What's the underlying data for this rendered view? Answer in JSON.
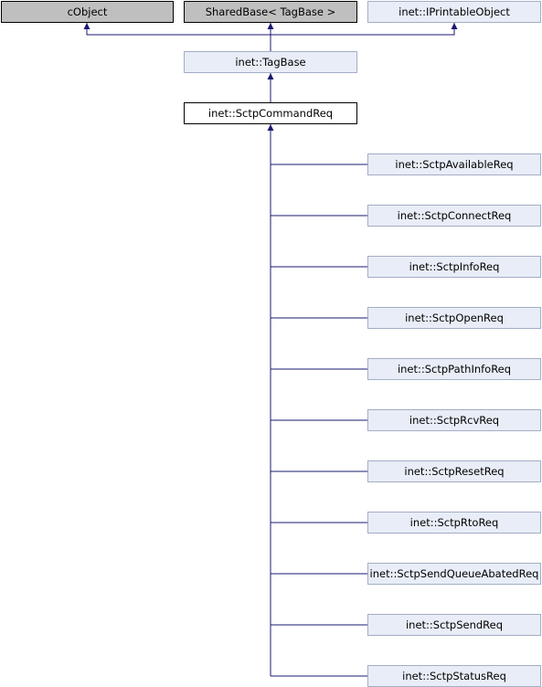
{
  "colors": {
    "edge": "#191970",
    "external_fill": "#bfbfbf",
    "linked_fill": "#e8edf7",
    "linked_border": "#a3adc5",
    "current_fill": "#ffffff"
  },
  "diagram": {
    "top_bases": [
      {
        "label": "cObject"
      },
      {
        "label": "SharedBase< TagBase >"
      },
      {
        "label": "inet::IPrintableObject"
      }
    ],
    "parent": {
      "label": "inet::TagBase"
    },
    "current": {
      "label": "inet::SctpCommandReq"
    },
    "children": [
      {
        "label": "inet::SctpAvailableReq"
      },
      {
        "label": "inet::SctpConnectReq"
      },
      {
        "label": "inet::SctpInfoReq"
      },
      {
        "label": "inet::SctpOpenReq"
      },
      {
        "label": "inet::SctpPathInfoReq"
      },
      {
        "label": "inet::SctpRcvReq"
      },
      {
        "label": "inet::SctpResetReq"
      },
      {
        "label": "inet::SctpRtoReq"
      },
      {
        "label": "inet::SctpSendQueueAbatedReq"
      },
      {
        "label": "inet::SctpSendReq"
      },
      {
        "label": "inet::SctpStatusReq"
      }
    ]
  }
}
